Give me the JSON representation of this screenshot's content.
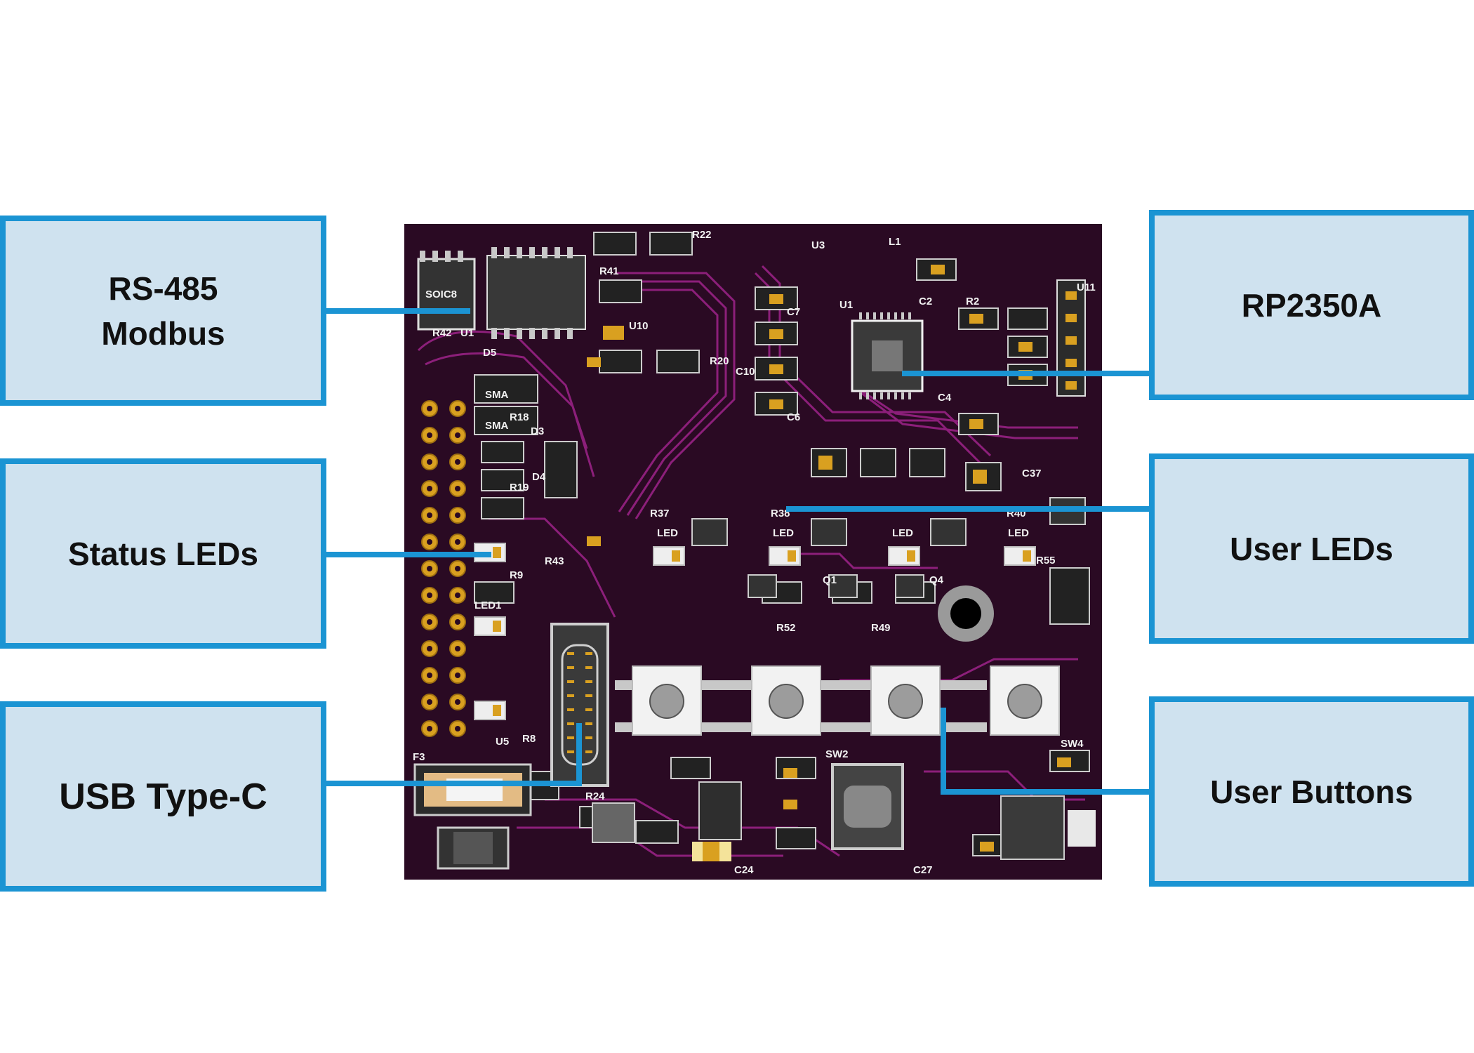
{
  "callouts": {
    "rs485": {
      "line1": "RS-485",
      "line2": "Modbus"
    },
    "status_leds": "Status LEDs",
    "usb": "USB Type-C",
    "rp2350": "RP2350A",
    "user_leds": "User LEDs",
    "user_buttons": "User Buttons"
  },
  "silkscreen": {
    "u1": "U1",
    "u3": "U3",
    "u11": "U11",
    "u5": "U5",
    "u10": "U10",
    "d5": "D5",
    "d4": "D4",
    "d3": "D3",
    "r2": "R2",
    "r8": "R8",
    "r9": "R9",
    "r18": "R18",
    "r19": "R19",
    "r20": "R20",
    "r22": "R22",
    "r24": "R24",
    "r37": "R37",
    "r38": "R38",
    "r40": "R40",
    "r41": "R41",
    "r42": "R42",
    "r43": "R43",
    "r49": "R49",
    "r52": "R52",
    "r55": "R55",
    "c2": "C2",
    "c4": "C4",
    "c6": "C6",
    "c7": "C7",
    "c10": "C10",
    "c24": "C24",
    "c27": "C27",
    "c37": "C37",
    "l1": "L1",
    "f3": "F3",
    "q1": "Q1",
    "q4": "Q4",
    "led1": "LED1",
    "led": "LED",
    "sw2": "SW2",
    "sw4": "SW4",
    "sma": "SMA",
    "soic8": "SOIC8"
  },
  "colors": {
    "callout_fill": "#cfe2ef",
    "callout_border": "#1b94d3",
    "board": "#2a0a23",
    "trace": "#8c1f7a",
    "pad": "#c8c8c8",
    "gold": "#d9a020"
  }
}
